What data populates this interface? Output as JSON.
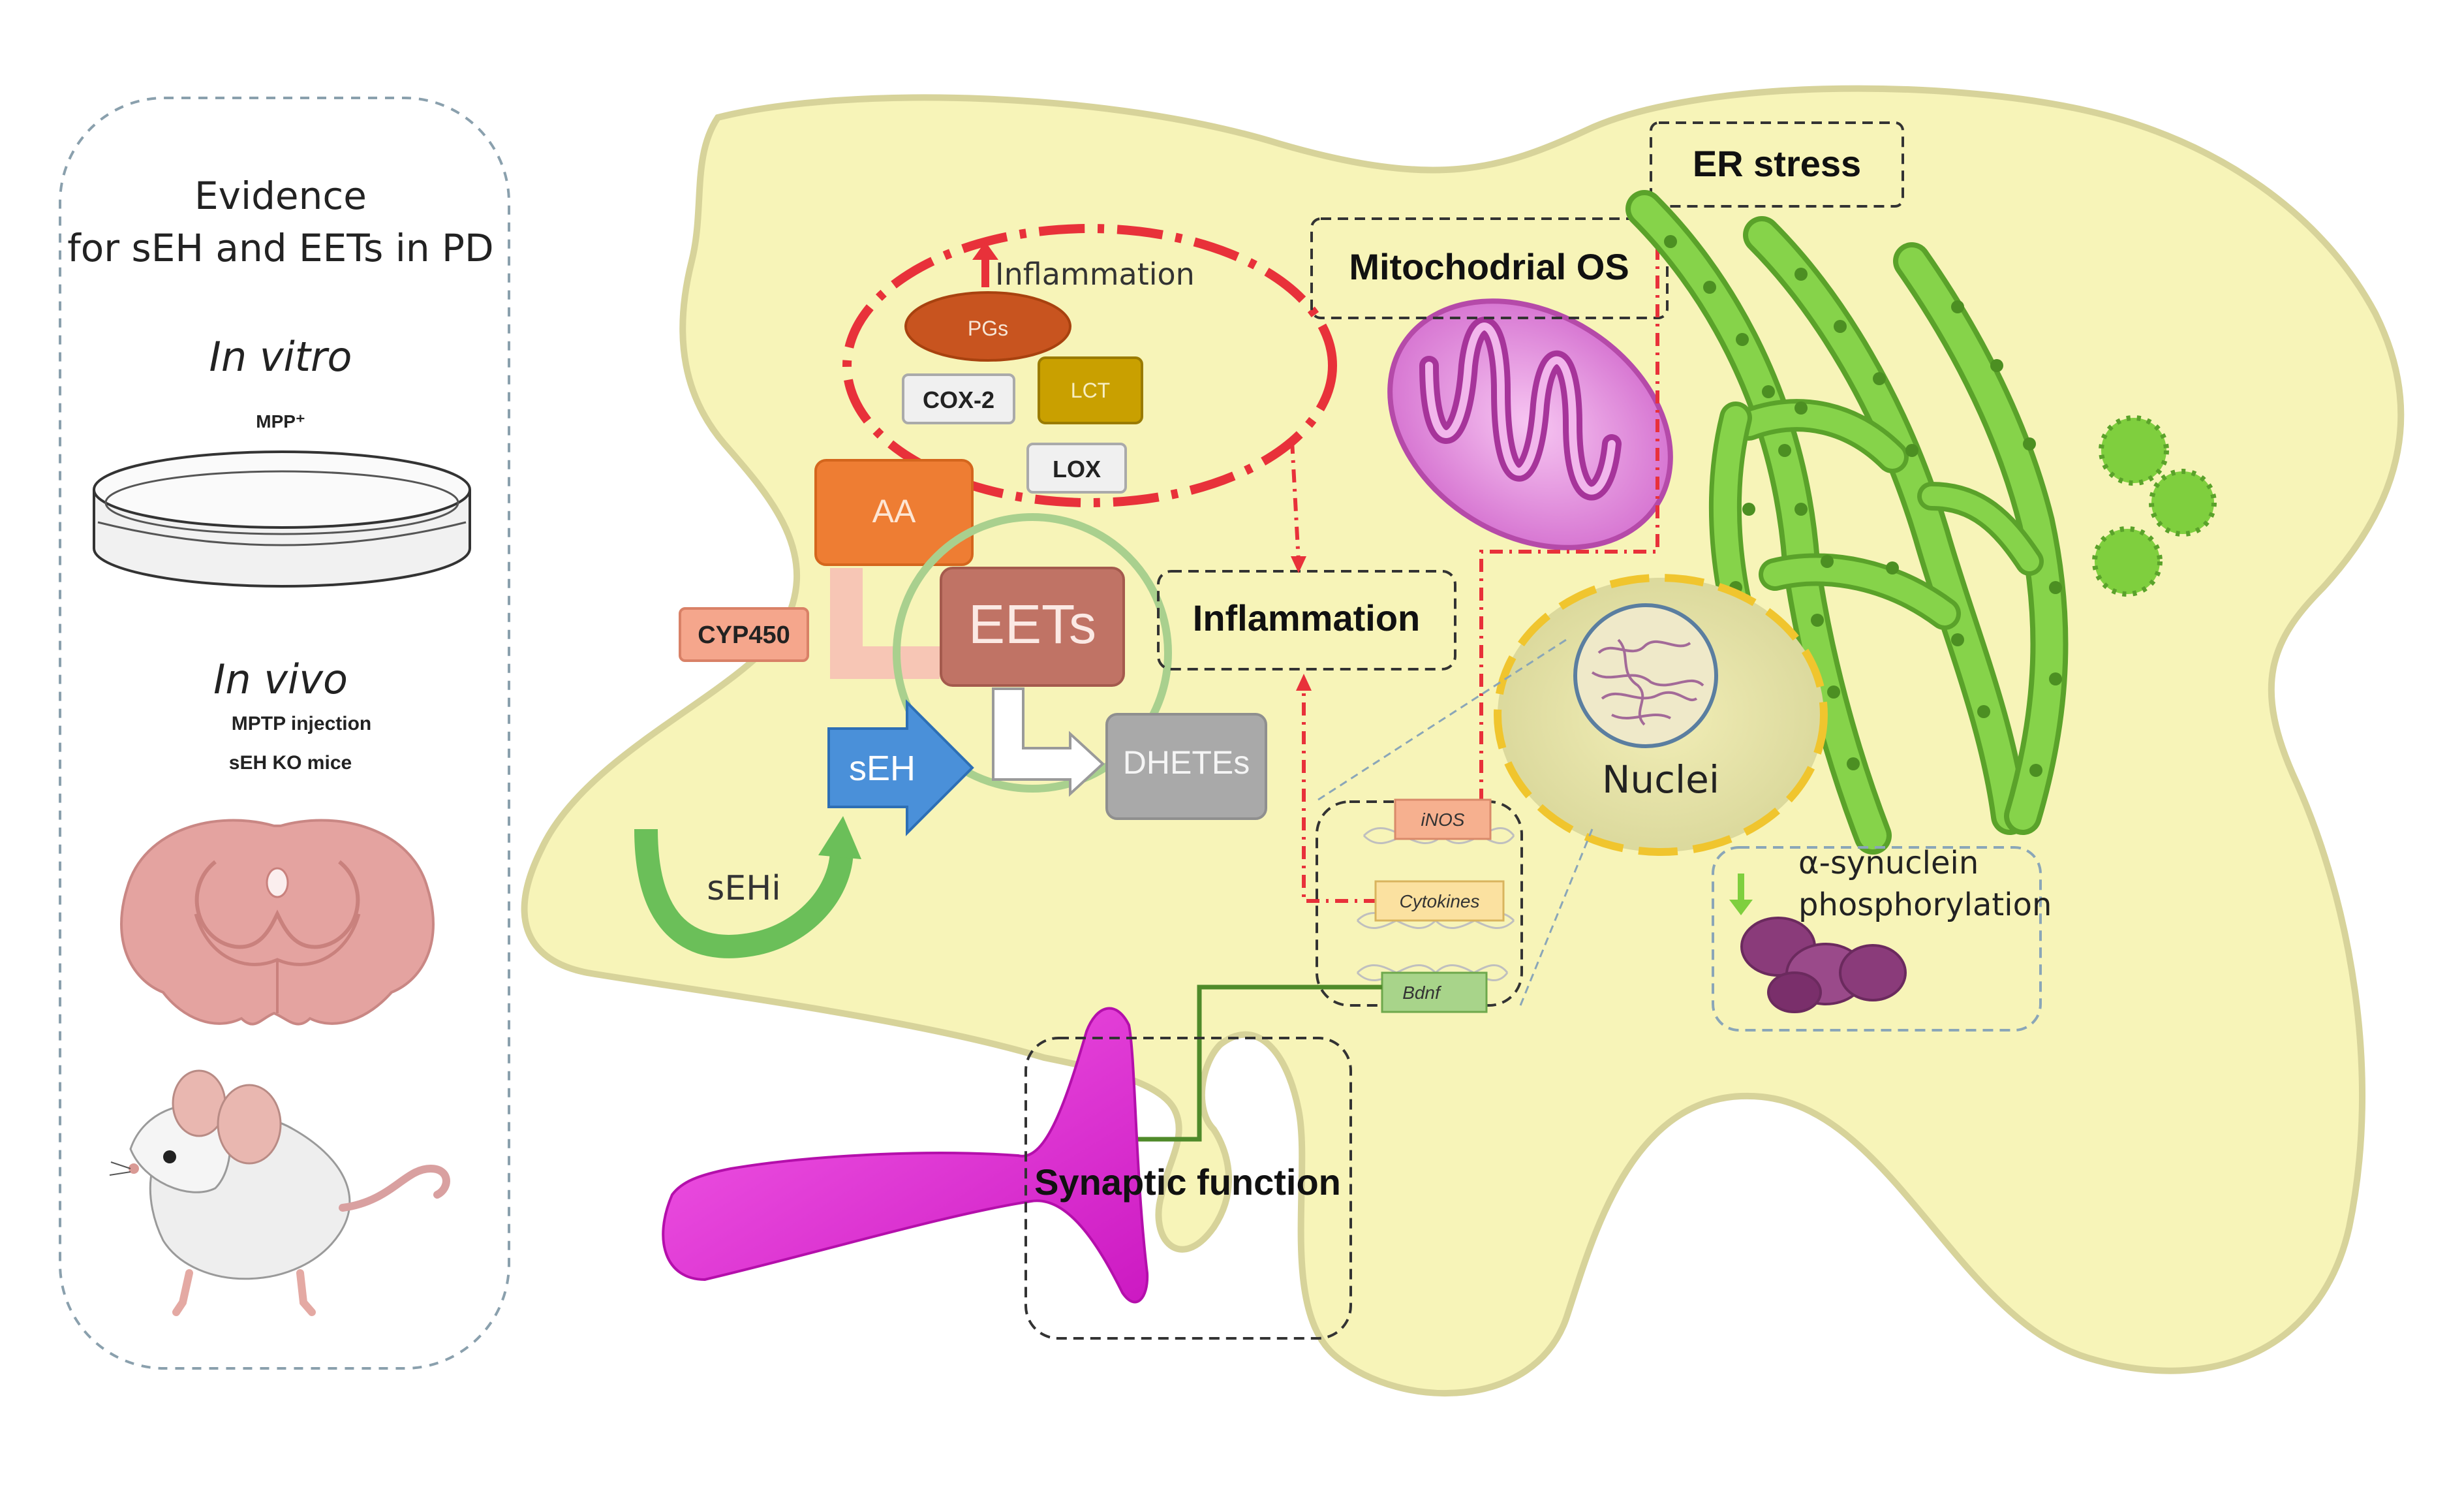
{
  "panel": {
    "title_line1": "Evidence",
    "title_line2": "for  sEH and EETs in PD",
    "in_vitro": "In vitro",
    "mpp": "MPP⁺",
    "in_vivo": "In vivo",
    "mptp": "MPTP injection",
    "seh_ko": "sEH KO mice"
  },
  "cell": {
    "inflammation_top": "Inflammation",
    "pgs": "PGs",
    "cox2": "COX-2",
    "lct": "LCT",
    "lox": "LOX",
    "aa": "AA",
    "cyp450": "CYP450",
    "eets": "EETs",
    "seh": "sEH",
    "dhetes": "DHETEs",
    "sehi": "sEHi",
    "inflammation_box": "Inflammation",
    "mito_os": "Mitochodrial OS",
    "er_stress": "ER stress",
    "nuclei": "Nuclei",
    "inos": "iNOS",
    "cytokines": "Cytokines",
    "bdnf": "Bdnf",
    "synuclein_line1": "α-synuclein",
    "synuclein_line2": "phosphorylation",
    "synaptic": "Synaptic function"
  },
  "colors": {
    "cell_fill": "#f7f4b8",
    "aa": "#ee7d33",
    "eets": "#c07365",
    "seh": "#4a90d9",
    "dhetes": "#a9a9a9",
    "mito": "#e783e0",
    "er": "#7fcf3e",
    "pgs": "#c8541f",
    "lct": "#c9a000",
    "dashed_red": "#e8313a",
    "synapse": "#ea2be0"
  }
}
